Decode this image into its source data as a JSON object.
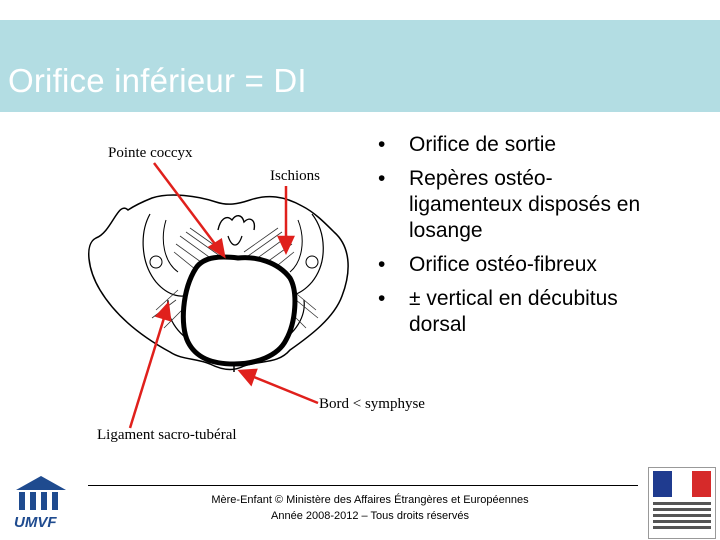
{
  "slide": {
    "title": "Orifice inférieur = DI",
    "labels": {
      "coccyx": "Pointe coccyx",
      "ischions": "Ischions",
      "bord": "Bord < symphyse",
      "ligament": "Ligament sacro-tubéral"
    },
    "bullets": [
      "Orifice de sortie",
      "Repères ostéo-ligamenteux disposés en losange",
      "Orifice ostéo-fibreux",
      "± vertical en décubitus dorsal"
    ],
    "bullet_lines": [
      [
        "Orifice de sortie"
      ],
      [
        "Repères ostéo-",
        "ligamenteux disposés en",
        "losange"
      ],
      [
        "Orifice ostéo-fibreux"
      ],
      [
        "± vertical en décubitus",
        "dorsal"
      ]
    ]
  },
  "footer": {
    "line1": "Mère-Enfant © Ministère des Affaires Étrangères et Européennes",
    "line2": "Année 2008-2012 – Tous droits réservés",
    "logo_text": "UMVF"
  },
  "colors": {
    "title_band": "#b3dde3",
    "arrow": "#e0201c",
    "flag_blue": "#1f3b8f",
    "flag_red": "#d62a2a"
  }
}
